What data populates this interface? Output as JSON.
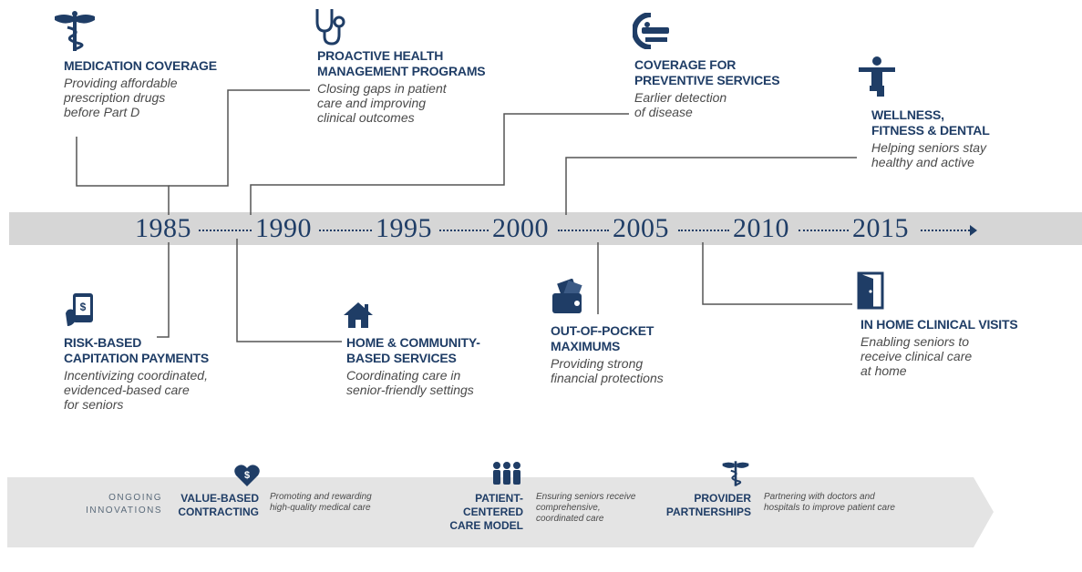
{
  "timeline": {
    "years": [
      "1985",
      "1990",
      "1995",
      "2000",
      "2005",
      "2010",
      "2015"
    ]
  },
  "events_top": [
    {
      "title": [
        "MEDICATION COVERAGE"
      ],
      "desc": [
        "Providing affordable",
        "prescription drugs",
        "before Part D"
      ],
      "icon": "caduceus-icon"
    },
    {
      "title": [
        "PROACTIVE HEALTH",
        "MANAGEMENT PROGRAMS"
      ],
      "desc": [
        "Closing gaps in patient",
        "care and improving",
        "clinical outcomes"
      ],
      "icon": "stethoscope-icon"
    },
    {
      "title": [
        "COVERAGE FOR",
        "PREVENTIVE SERVICES"
      ],
      "desc": [
        "Earlier detection",
        "of disease"
      ],
      "icon": "scanner-icon"
    },
    {
      "title": [
        "WELLNESS,",
        "FITNESS & DENTAL"
      ],
      "desc": [
        "Helping seniors stay",
        "healthy and active"
      ],
      "icon": "fitness-figure-icon"
    }
  ],
  "events_bottom": [
    {
      "title": [
        "RISK-BASED",
        "CAPITATION PAYMENTS"
      ],
      "desc": [
        "Incentivizing coordinated,",
        "evidenced-based care",
        "for seniors"
      ],
      "icon": "phone-payment-icon"
    },
    {
      "title": [
        "HOME & COMMUNITY-",
        "BASED SERVICES"
      ],
      "desc": [
        "Coordinating care in",
        "senior-friendly settings"
      ],
      "icon": "house-icon"
    },
    {
      "title": [
        "OUT-OF-POCKET",
        "MAXIMUMS"
      ],
      "desc": [
        "Providing strong",
        "financial protections"
      ],
      "icon": "wallet-icon"
    },
    {
      "title": [
        "IN HOME CLINICAL VISITS"
      ],
      "desc": [
        "Enabling seniors to",
        "receive clinical care",
        "at home"
      ],
      "icon": "door-icon"
    }
  ],
  "ongoing": {
    "label": [
      "ONGOING",
      "INNOVATIONS"
    ],
    "items": [
      {
        "title": [
          "VALUE-BASED",
          "CONTRACTING"
        ],
        "desc": [
          "Promoting and rewarding",
          "high-quality medical care"
        ],
        "icon": "heart-dollar-icon"
      },
      {
        "title": [
          "PATIENT-CENTERED",
          "CARE MODEL"
        ],
        "desc": [
          "Ensuring seniors receive",
          "comprehensive,",
          "coordinated care"
        ],
        "icon": "people-group-icon"
      },
      {
        "title": [
          "PROVIDER",
          "PARTNERSHIPS"
        ],
        "desc": [
          "Partnering with doctors and",
          "hospitals to improve patient care"
        ],
        "icon": "caduceus-icon"
      }
    ]
  },
  "colors": {
    "navy": "#1f3d66",
    "band": "#d6d6d6",
    "bottom_band": "#e4e4e4",
    "desc": "#4a4a4a"
  }
}
